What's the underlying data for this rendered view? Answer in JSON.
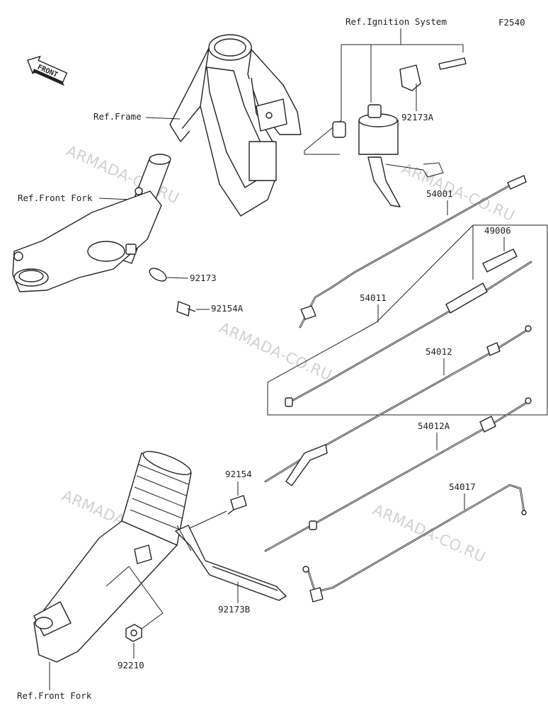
{
  "figure_code": "F2540",
  "front_badge": "FRONT",
  "refs": {
    "ignition": "Ref.Ignition System",
    "frame": "Ref.Frame",
    "front_fork_top": "Ref.Front Fork",
    "front_fork_bottom": "Ref.Front Fork"
  },
  "parts": {
    "p54001": "54001",
    "p49006": "49006",
    "p54011": "54011",
    "p54012": "54012",
    "p54012a": "54012A",
    "p54017": "54017",
    "p92173": "92173",
    "p92173a": "92173A",
    "p92173b": "92173B",
    "p92154": "92154",
    "p92154a": "92154A",
    "p92210": "92210"
  },
  "watermarks": {
    "w1": "ARMADA-CO.RU",
    "w2": "ARMADA-CO.RU",
    "w3": "ARMADA-CO.RU",
    "w4": "ARMADA-CO.RU",
    "w5": "ARMADA-CO.RU"
  }
}
